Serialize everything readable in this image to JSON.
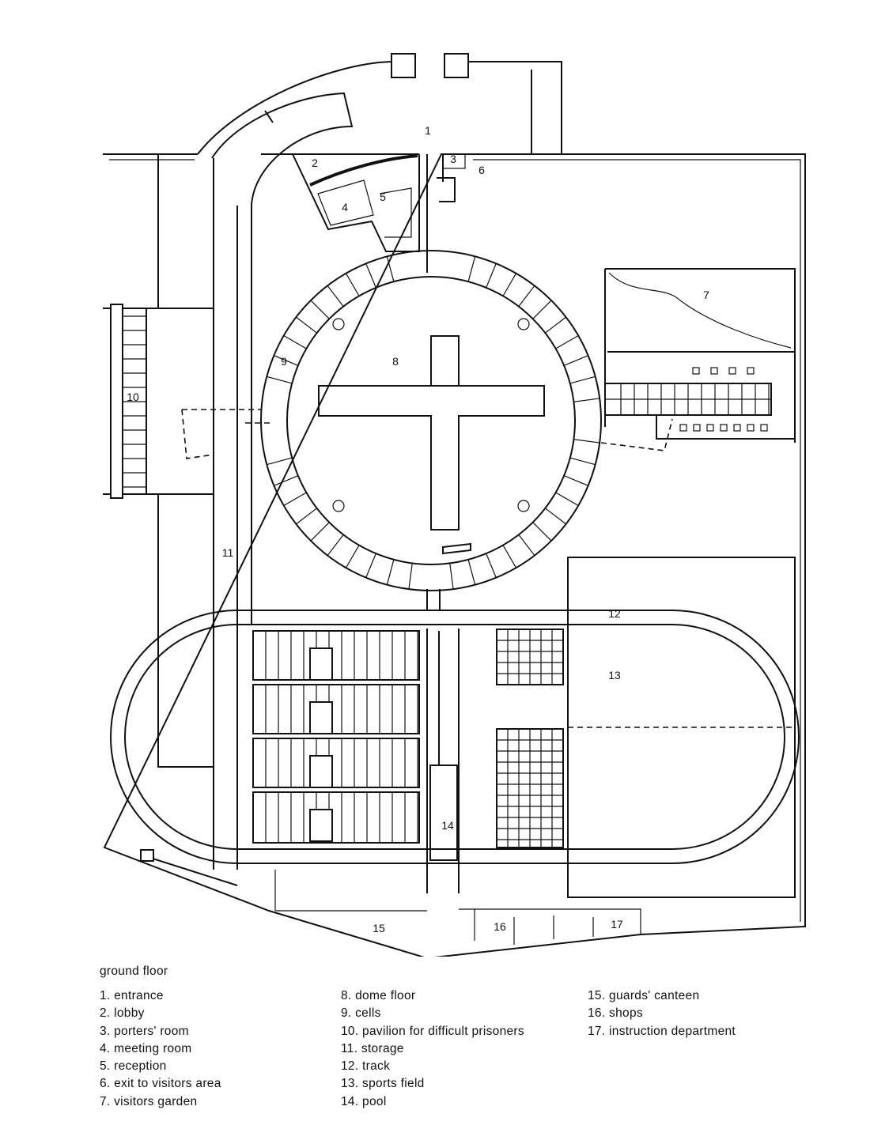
{
  "caption": "ground floor",
  "plan_numbers": [
    "1",
    "2",
    "3",
    "4",
    "5",
    "6",
    "7",
    "8",
    "9",
    "10",
    "11",
    "12",
    "13",
    "14",
    "15",
    "16",
    "17"
  ],
  "legend": [
    [
      "1. entrance",
      "2. lobby",
      "3. porters' room",
      "4. meeting room",
      "5. reception",
      "6. exit to visitors area",
      "7. visitors garden"
    ],
    [
      "8. dome floor",
      "9. cells",
      "10. pavilion for difficult prisoners",
      "11. storage",
      "12. track",
      "13. sports field",
      "14. pool"
    ],
    [
      "15. guards' canteen",
      "16. shops",
      "17. instruction department"
    ]
  ]
}
